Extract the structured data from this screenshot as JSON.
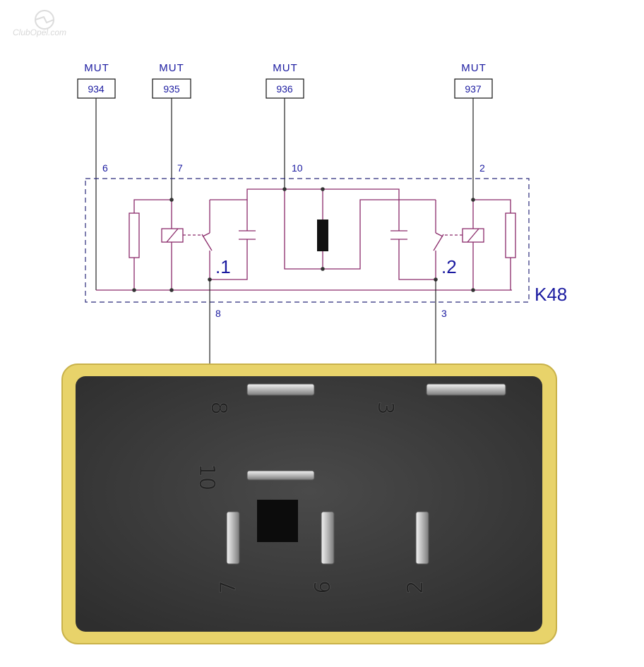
{
  "watermark": "ClubOpel.com",
  "relay": {
    "name": "K48",
    "contact_1": ".1",
    "contact_2": ".2"
  },
  "connectors": [
    {
      "label": "MUT",
      "number": "934",
      "pin": "6"
    },
    {
      "label": "MUT",
      "number": "935",
      "pin": "7"
    },
    {
      "label": "MUT",
      "number": "936",
      "pin": "10"
    },
    {
      "label": "MUT",
      "number": "937",
      "pin": "2"
    }
  ],
  "bottom_pins": [
    "8",
    "3"
  ],
  "housing_markings": [
    "8",
    "3",
    "10",
    "7",
    "6",
    "2"
  ],
  "colors": {
    "label_blue": "#1a1aa0",
    "wire": "#8a2a6a",
    "housing_yellow": "#e8d36a",
    "relay_body": "#3e3e3e"
  }
}
